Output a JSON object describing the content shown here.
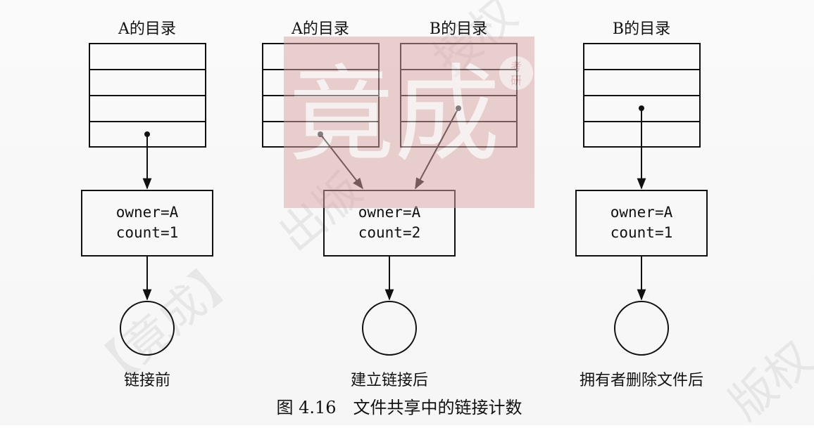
{
  "panels": [
    {
      "dir_titles": [
        "A的目录"
      ],
      "node": {
        "owner": "owner=A",
        "count": "count=1"
      },
      "caption": "链接前"
    },
    {
      "dir_titles": [
        "A的目录",
        "B的目录"
      ],
      "node": {
        "owner": "owner=A",
        "count": "count=2"
      },
      "caption": "建立链接后"
    },
    {
      "dir_titles": [
        "B的目录"
      ],
      "node": {
        "owner": "owner=A",
        "count": "count=1"
      },
      "caption": "拥有者删除文件后"
    }
  ],
  "figure_caption": "图 4.16　文件共享中的链接计数",
  "watermark": {
    "logo_text": "竟成",
    "badge_text": "考研",
    "tiled_text": "【竟成】出版授权版权",
    "color": "#d9a3a3"
  }
}
